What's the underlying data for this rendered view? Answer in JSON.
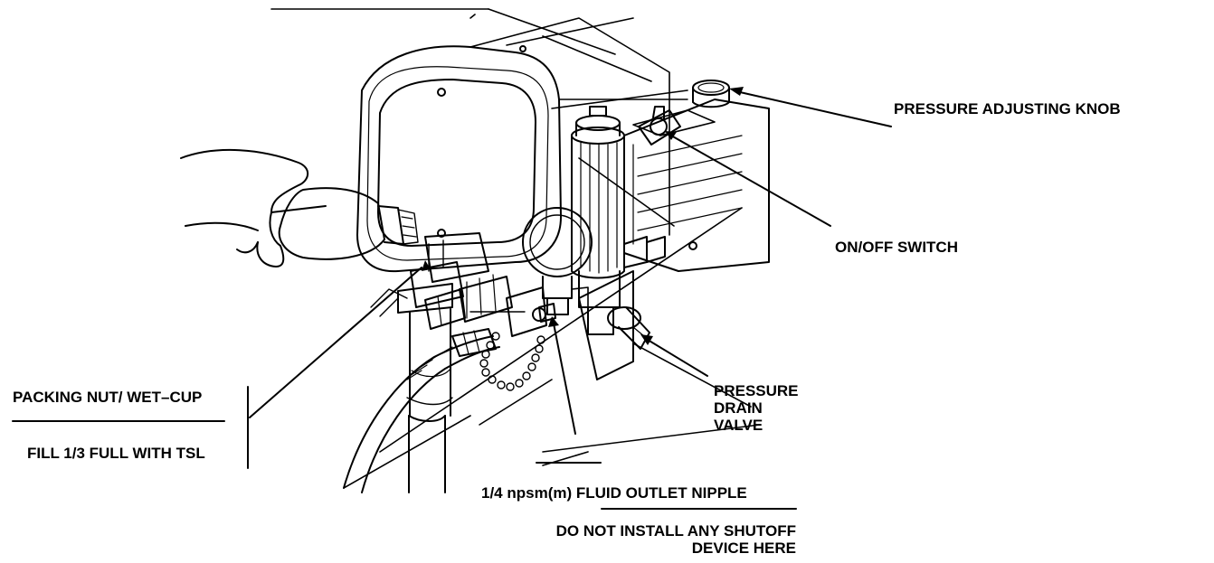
{
  "labels": {
    "pressure_adjusting_knob": "PRESSURE ADJUSTING KNOB",
    "on_off_switch": "ON/OFF SWITCH",
    "pressure_drain_valve": "PRESSURE\nDRAIN\nVALVE",
    "packing_nut": "PACKING NUT/ WET–CUP",
    "fill_instruction": "FILL 1/3 FULL WITH TSL",
    "fluid_outlet_nipple_size": "1/4 npsm(m)",
    "fluid_outlet_nipple_name": "FLUID OUTLET NIPPLE",
    "shutoff_warning": "DO NOT INSTALL ANY SHUTOFF\nDEVICE HERE"
  },
  "colors": {
    "ink": "#000000",
    "paper": "#ffffff"
  }
}
